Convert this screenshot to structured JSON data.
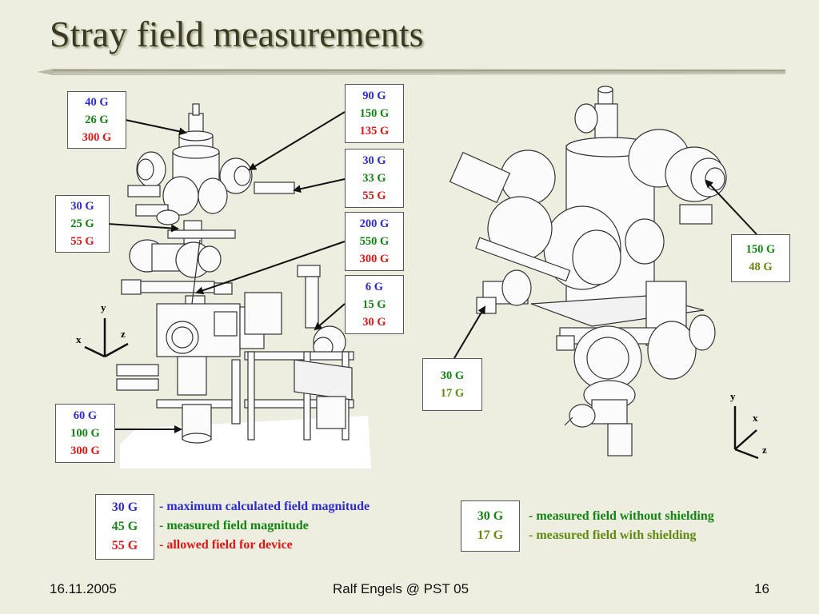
{
  "slide": {
    "title": "Stray field measurements",
    "left_boxes": [
      {
        "blue": "40 G",
        "green": "26 G",
        "red": "300 G"
      },
      {
        "blue": "30 G",
        "green": "25 G",
        "red": "55 G"
      },
      {
        "blue": "60 G",
        "green": "100 G",
        "red": "300 G"
      },
      {
        "blue": "90 G",
        "green": "150 G",
        "red": "135 G"
      },
      {
        "blue": "30 G",
        "green": "33 G",
        "red": "55 G"
      },
      {
        "blue": "200 G",
        "green": "550 G",
        "red": "300 G"
      },
      {
        "blue": "6 G",
        "green": "15 G",
        "red": "30 G"
      }
    ],
    "right_boxes": [
      {
        "green": "150 G",
        "olive": "48 G"
      },
      {
        "green": "30 G",
        "olive": "17 G"
      }
    ],
    "axes_left": {
      "y": "y",
      "x": "x",
      "z": "z"
    },
    "axes_right": {
      "y": "y",
      "x": "x",
      "z": "z"
    },
    "legend1": {
      "values": [
        "30 G",
        "45 G",
        "55 G"
      ],
      "descriptions": [
        "-  maximum calculated field magnitude",
        "-  measured field magnitude",
        "-  allowed field for device"
      ]
    },
    "legend2": {
      "values": [
        "30 G",
        "17 G"
      ],
      "descriptions": [
        "-  measured field without shielding",
        "-  measured field with shielding"
      ]
    },
    "footer": {
      "date": "16.11.2005",
      "author": "Ralf Engels @ PST 05",
      "page": "16"
    },
    "colors": {
      "background": "#eeeee0",
      "blue": "#2b2bd0",
      "green": "#118511",
      "red": "#e01616",
      "olive": "#5f8a10"
    }
  }
}
